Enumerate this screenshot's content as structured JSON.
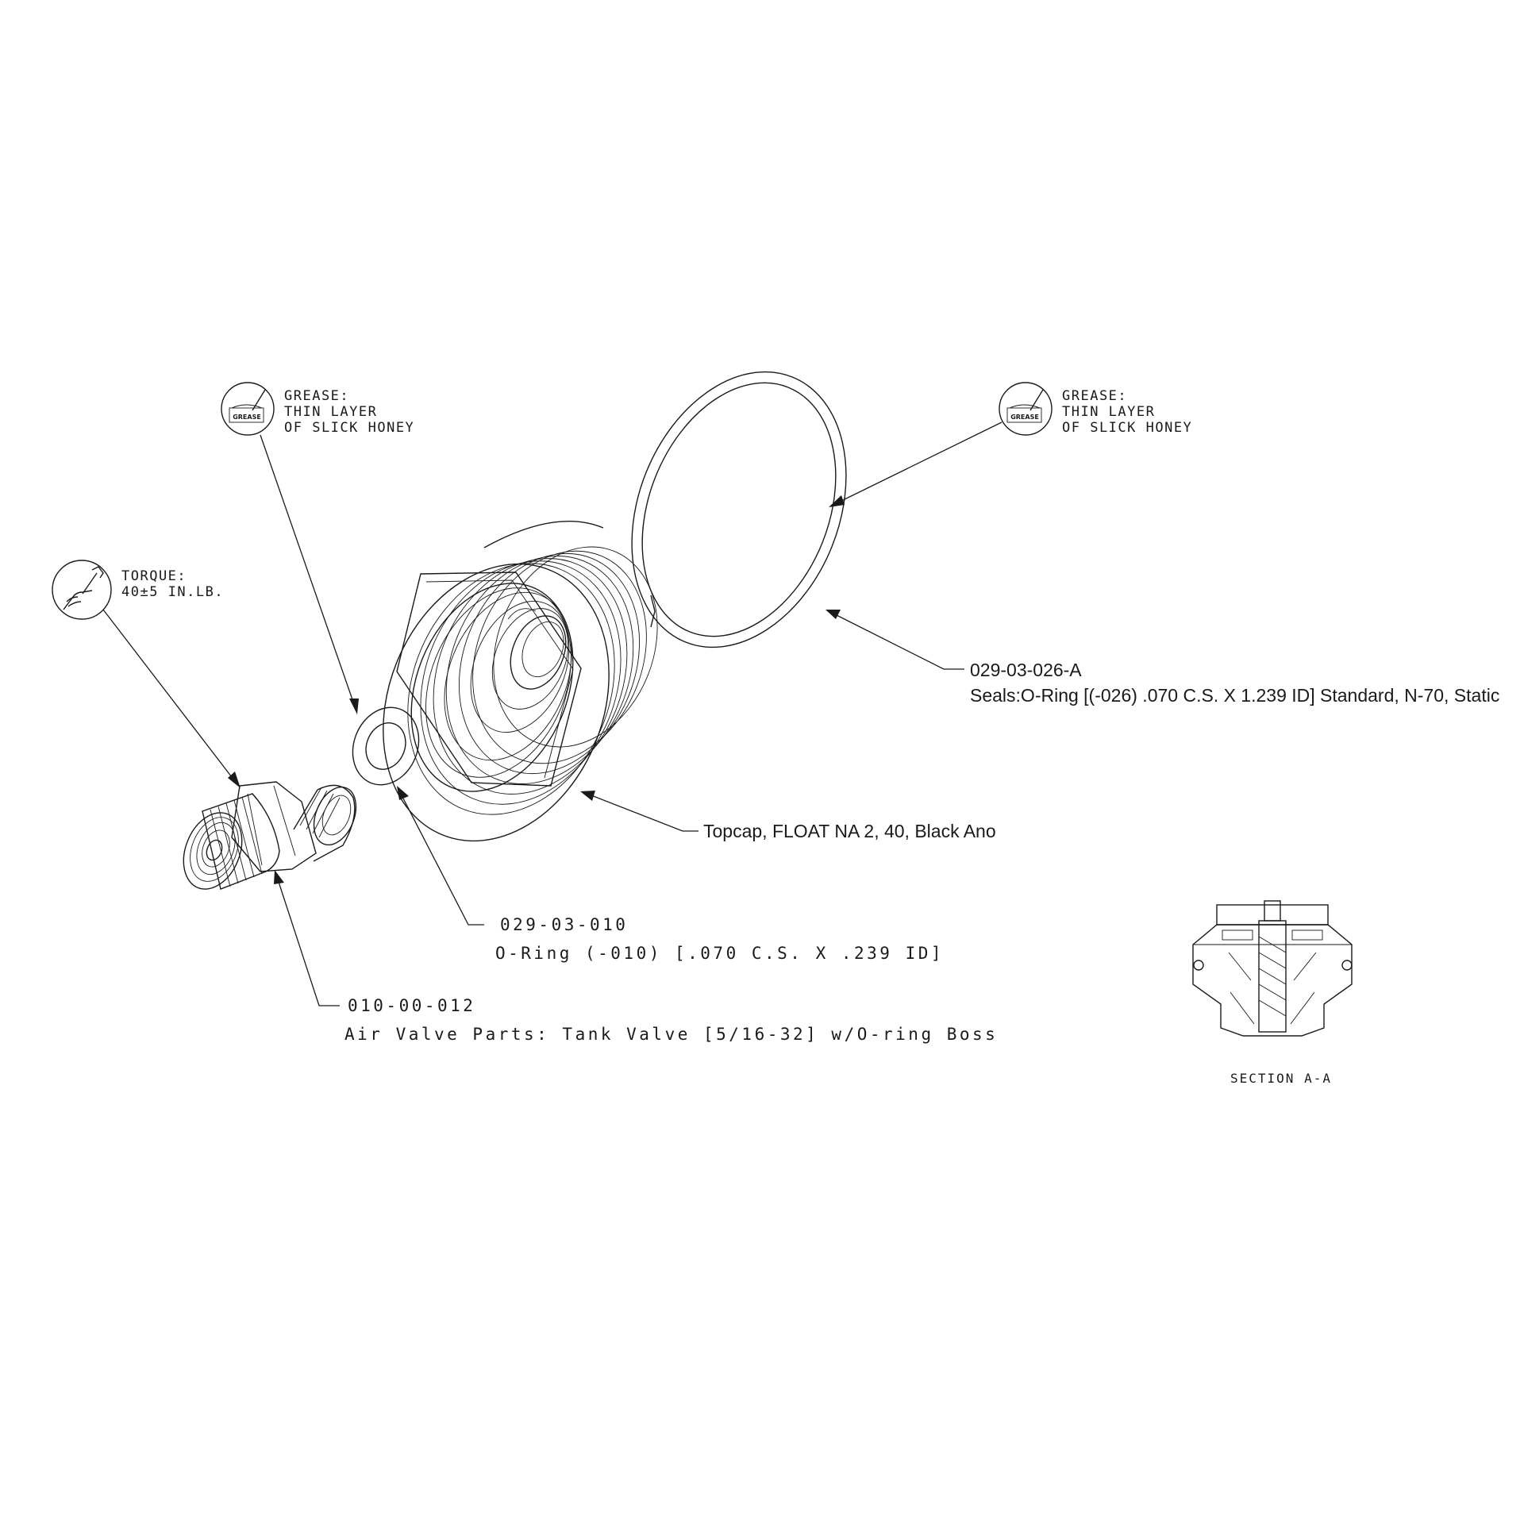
{
  "icons": {
    "grease_box_label": "GREASE"
  },
  "notes": {
    "grease_left": {
      "line1": "GREASE:",
      "line2": "THIN LAYER",
      "line3": "OF SLICK HONEY"
    },
    "grease_right": {
      "line1": "GREASE:",
      "line2": "THIN LAYER",
      "line3": "OF SLICK HONEY"
    },
    "torque": {
      "line1": "TORQUE:",
      "line2": "40±5 IN.LB."
    }
  },
  "parts": {
    "large_oring": {
      "number": "029-03-026-A",
      "description": "Seals:O-Ring [(-026) .070 C.S. X 1.239 ID] Standard, N-70, Static"
    },
    "topcap": {
      "description": "Topcap, FLOAT NA 2, 40, Black Ano"
    },
    "small_oring": {
      "number": "029-03-010",
      "description": "O-Ring (-010) [.070 C.S. X .239 ID]"
    },
    "valve": {
      "number": "010-00-012",
      "description": "Air Valve Parts: Tank Valve [5/16-32] w/O-ring Boss"
    }
  },
  "section": {
    "label": "SECTION  A-A"
  }
}
